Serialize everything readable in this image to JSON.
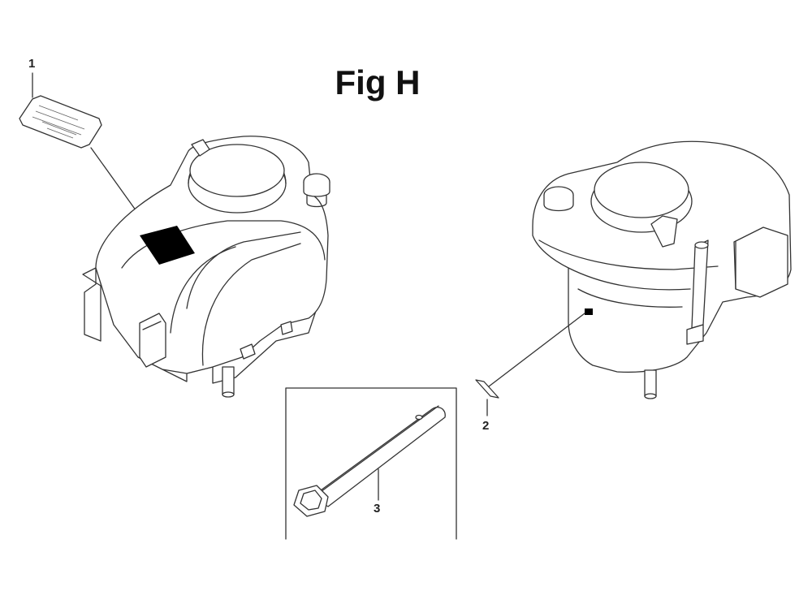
{
  "figure": {
    "title": "Fig H"
  },
  "callouts": [
    {
      "id": "1",
      "label": "1"
    },
    {
      "id": "2",
      "label": "2"
    },
    {
      "id": "3",
      "label": "3"
    }
  ],
  "colors": {
    "line": "#333333",
    "label_fill": "#000000",
    "background": "#ffffff"
  }
}
